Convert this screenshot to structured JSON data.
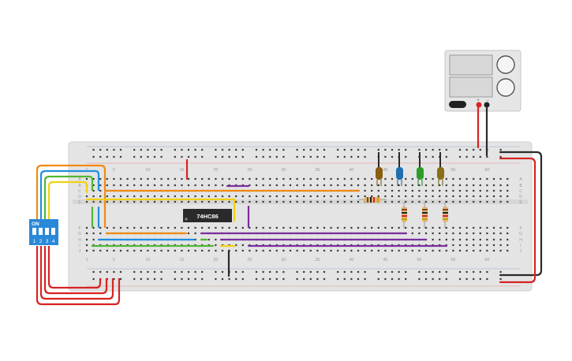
{
  "colors": {
    "board": "#e4e4e4",
    "hole": "#3a3a3a",
    "rail_red": "#e0292b",
    "rail_blue": "#3d6fc4",
    "wire_orange": "#f08a14",
    "wire_yellow": "#f2d015",
    "wire_green": "#52b636",
    "wire_blue": "#1f8fe0",
    "wire_purple": "#7a2e9e",
    "wire_red": "#d62323",
    "wire_black": "#2a2a2a",
    "dip_blue": "#2a88d8",
    "chip": "#2a2a2a"
  },
  "breadboard": {
    "col_numbers": [
      "1",
      "5",
      "10",
      "15",
      "20",
      "25",
      "30",
      "35",
      "40",
      "45",
      "50",
      "55",
      "60"
    ],
    "row_letters_top": [
      "A",
      "B",
      "C",
      "D",
      "E"
    ],
    "row_letters_bottom": [
      "F",
      "G",
      "H",
      "I",
      "J"
    ]
  },
  "chip": {
    "label": "74HC86"
  },
  "dip_switch": {
    "on_label": "ON",
    "switch_numbers": [
      "1",
      "2",
      "3",
      "4"
    ]
  },
  "power_supply": {
    "symbols": [
      "+",
      "−"
    ]
  },
  "leds": [
    {
      "color": "#8a5c10",
      "lead": "#7a4f0e"
    },
    {
      "color": "#1f6fb0",
      "lead": "#185a91"
    },
    {
      "color": "#2e9c2a",
      "lead": "#237a20"
    },
    {
      "color": "#8a6f18",
      "lead": "#6e5812"
    }
  ]
}
